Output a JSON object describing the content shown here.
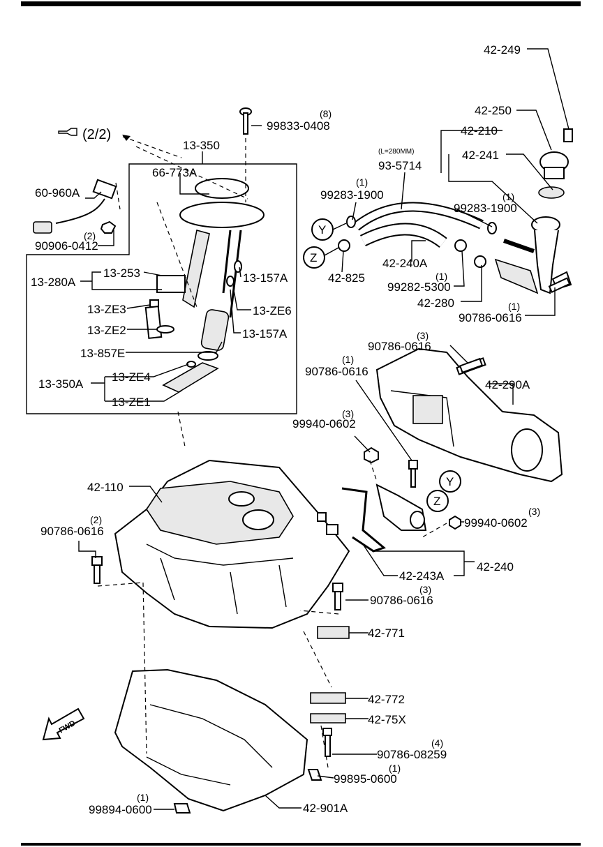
{
  "nav": {
    "ref": "(2/2)"
  },
  "callouts": {
    "c42_249": "42-249",
    "c42_250": "42-250",
    "c42_210": "42-210",
    "c42_241": "42-241",
    "c99833": "99833-0408",
    "q99833": "(8)",
    "c13_350": "13-350",
    "c66_773A": "66-773A",
    "c60_960A": "60-960A",
    "c90906": "90906-0412",
    "q90906": "(2)",
    "c93_5714": "93-5714",
    "lnote": "(L=280MM)",
    "c99283a": "99283-1900",
    "q99283a": "(1)",
    "c99283b": "99283-1900",
    "q99283b": "(1)",
    "c42_825": "42-825",
    "c42_240A": "42-240A",
    "c99282": "99282-5300",
    "q99282": "(1)",
    "c42_280": "42-280",
    "c90786a": "90786-0616",
    "q90786a": "(1)",
    "c13_280A": "13-280A",
    "c13_253": "13-253",
    "c13_157A_a": "13-157A",
    "c13_ZE3": "13-ZE3",
    "c13_ZE6": "13-ZE6",
    "c13_ZE2": "13-ZE2",
    "c13_157A_b": "13-157A",
    "c13_857E": "13-857E",
    "c13_350A": "13-350A",
    "c13_ZE4": "13-ZE4",
    "c13_ZE1": "13-ZE1",
    "c90786b": "90786-0616",
    "q90786b": "(3)",
    "c90786c": "90786-0616",
    "q90786c": "(1)",
    "c42_290A": "42-290A",
    "c99940a": "99940-0602",
    "q99940a": "(3)",
    "c42_110": "42-110",
    "c90786d": "90786-0616",
    "q90786d": "(2)",
    "c99940b": "99940-0602",
    "q99940b": "(3)",
    "c42_243A": "42-243A",
    "c42_240": "42-240",
    "c90786e": "90786-0616",
    "q90786e": "(3)",
    "c42_771": "42-771",
    "c42_772": "42-772",
    "c42_75X": "42-75X",
    "c90786f": "90786-08259",
    "q90786f": "(4)",
    "c99895": "99895-0600",
    "q99895": "(1)",
    "c99894": "99894-0600",
    "q99894": "(1)",
    "c42_901A": "42-901A",
    "markY": "Y",
    "markZ": "Z",
    "fwd": "FWD"
  }
}
